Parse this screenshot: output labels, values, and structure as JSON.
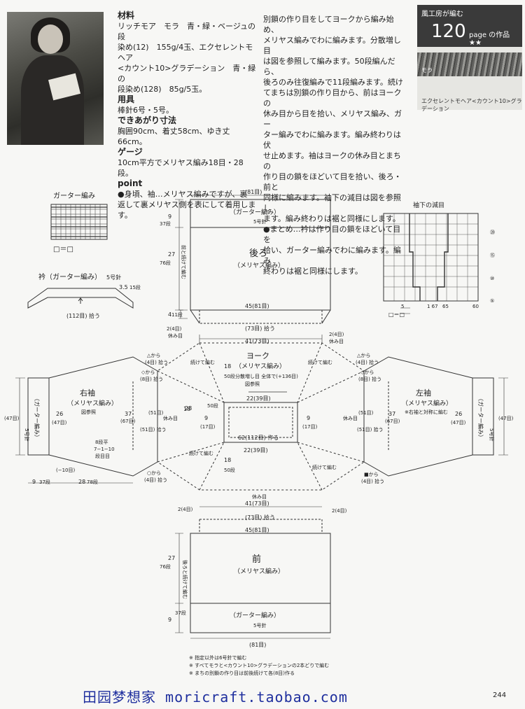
{
  "materials": {
    "h_materials": "材料",
    "materials_l1": "リッチモア　モラ　青・緑・ベージュの段",
    "materials_l2": "染め(12)　155g/4玉、エクセレントモヘア",
    "materials_l3": "<カウント10>グラデーション　青・緑の",
    "materials_l4": "段染め(128)　85g/5玉。",
    "h_tools": "用具",
    "tools": "棒針6号・5号。",
    "h_size": "できあがり寸法",
    "size": "胸囲90cm、着丈58cm、ゆき丈66cm。",
    "h_gauge": "ゲージ",
    "gauge": "10cm平方でメリヤス編み18目・28段。",
    "h_point": "point",
    "point_l1": "●身頃、袖…メリヤス編みですが、裏",
    "point_l2": "返して裏メリヤス側を表にして着用します。"
  },
  "instructions": [
    "別鎖の作り目をしてヨークから編み始め、",
    "メリヤス編みでわに編みます。分散増し目",
    "は図を参照して編みます。50段編んだら、",
    "後ろのみ往復編みで11段編みます。続け",
    "てまちは別鎖の作り目から、前はヨークの",
    "休み目から目を拾い、メリヤス編み、ガー",
    "ター編みでわに編みます。編み終わりは伏",
    "せ止めます。袖はヨークの休み目とまちの",
    "作り目の鎖をほどいて目を拾い、後ろ・前と",
    "同様に編みます。袖下の減目は図を参照し",
    "ます。編み終わりは裾と同様にします。",
    "●まとめ…衿は作り目の鎖をほどいて目を",
    "拾い、ガーター編みでわに編みます。編み",
    "終わりは裾と同様にします。"
  ],
  "badge": {
    "title": "風工房が編む",
    "number": "120",
    "page_label": "page の作品 ★★"
  },
  "yarns": {
    "yarn1": "モラ",
    "yarn2": "エクセレントモヘア<カウント10>グラデーション"
  },
  "diagram": {
    "garter_title": "ガーター編み",
    "legend_equal": "□＝□",
    "collar_title": "衿（ガーター編み）",
    "collar_needle": "5号針",
    "collar_pick": "(112目) 拾う",
    "collar_35": "3.5",
    "collar_15": "15段",
    "back_width": "(81目)",
    "back_garter": "（ガーター編み）",
    "back_needle": "5号針",
    "back_9": "9",
    "back_37": "37段",
    "back_27": "27",
    "back_76": "76段",
    "back_cont": "前と続けて編む",
    "back_title": "後ろ",
    "back_stitch": "（メリヤス編み）",
    "back_45": "45(81目)",
    "back_4": "4",
    "back_11": "11段",
    "back_2_4": "2(4目)",
    "back_rest": "休み目",
    "back_73": "(73目) 拾う",
    "back_41": "41(73目)",
    "back_2_4r": "2(4目)",
    "back_rest_r": "休み目",
    "sleeve_decr_title": "袖下の減目",
    "sd_5": "5",
    "sd_1_67": "1 67",
    "sd_65": "65",
    "sd_60": "60",
    "sd_r20": "⑳",
    "sd_r15": "⑮",
    "sd_r10": "⑩",
    "sd_r5": "⑤",
    "sd_legend": "□＝□",
    "yoke_title": "ヨーク",
    "yoke_stitch": "（メリヤス編み）",
    "yoke_18": "18",
    "yoke_50": "50段",
    "yoke_incr": "分散増し目 全体で(+136目)",
    "yoke_ref": "図参照",
    "yoke_22t": "22(39目)",
    "yoke_22b": "22(39目)",
    "yoke_62": "62(112目) 作る",
    "yoke_9l": "9",
    "yoke_17l": "(17目)",
    "yoke_9r": "9",
    "yoke_17r": "(17目)",
    "yoke_18l": "18",
    "yoke_50l": "50段",
    "yoke_18b": "18",
    "yoke_50b": "50段",
    "yoke_cont_tl": "続けて編む",
    "yoke_cont_tr": "続けて編む",
    "yoke_cont_bl": "続けて編む",
    "yoke_cont_br": "続けて編む",
    "rs_from1": "△から",
    "rs_pick1": "(4目) 拾う",
    "rs_from2": "◇から",
    "rs_pick2": "(8目) 拾う",
    "rs_title": "右袖",
    "rs_stitch": "（メリヤス編み）",
    "rs_ref": "図参照",
    "rs_garter": "（ガーター編み）",
    "rs_needle": "5号針",
    "rs_47": "(47目)",
    "rs_26": "26",
    "rs_26b": "(47目)",
    "rs_37": "37",
    "rs_67": "(67目)",
    "rs_28": "28",
    "rs_51": "(51目)",
    "rs_51b": "(51目) 拾う",
    "rs_rest": "休み目",
    "rs_8dan": "8段平",
    "rs_7110": "7−1−10",
    "rs_dan": "段目目",
    "rs_10": "(−10目)",
    "rs_9": "9",
    "rs_37d": "37段",
    "rs_28b": "28",
    "rs_78": "78段",
    "rs_from3": "○から",
    "rs_pick3": "(4目) 拾う",
    "ls_from1": "△から",
    "ls_pick1": "(4目) 拾う",
    "ls_from2": "◇から",
    "ls_pick2": "(8目) 拾う",
    "ls_title": "左袖",
    "ls_stitch": "（メリヤス編み）",
    "ls_ref": "※右袖と対称に編む",
    "ls_garter": "（ガーター編み）",
    "ls_needle": "5号針",
    "ls_47": "(47目)",
    "ls_26": "26",
    "ls_26b": "(47目)",
    "ls_37": "37",
    "ls_67": "(67目)",
    "ls_51": "(51目)",
    "ls_51b": "(51目) 拾う",
    "ls_rest": "休み目",
    "ls_from3": "■から",
    "ls_pick3": "(4目) 拾う",
    "front_rest": "休み目",
    "front_2_4l": "2(4目)",
    "front_2_4r": "2(4目)",
    "front_41": "41(73目)",
    "front_73": "(73目) 拾う",
    "front_45": "45(81目)",
    "front_27": "27",
    "front_76": "76段",
    "front_cont": "後ろと続けて編む",
    "front_title": "前",
    "front_stitch": "（メリヤス編み）",
    "front_9": "9",
    "front_37": "37段",
    "front_garter": "（ガーター編み）",
    "front_needle": "5号針",
    "front_81": "(81目)",
    "note1": "※ 指定以外は6号針で編む",
    "note2": "※ すべてモラと<カウント10>グラデーションの2本どりで編む",
    "note3": "※ まちの別鎖の作り目は前後続けて各(8目)作る"
  },
  "footer": {
    "text": "田园梦想家 moricraft.taobao.com",
    "page": "244"
  }
}
